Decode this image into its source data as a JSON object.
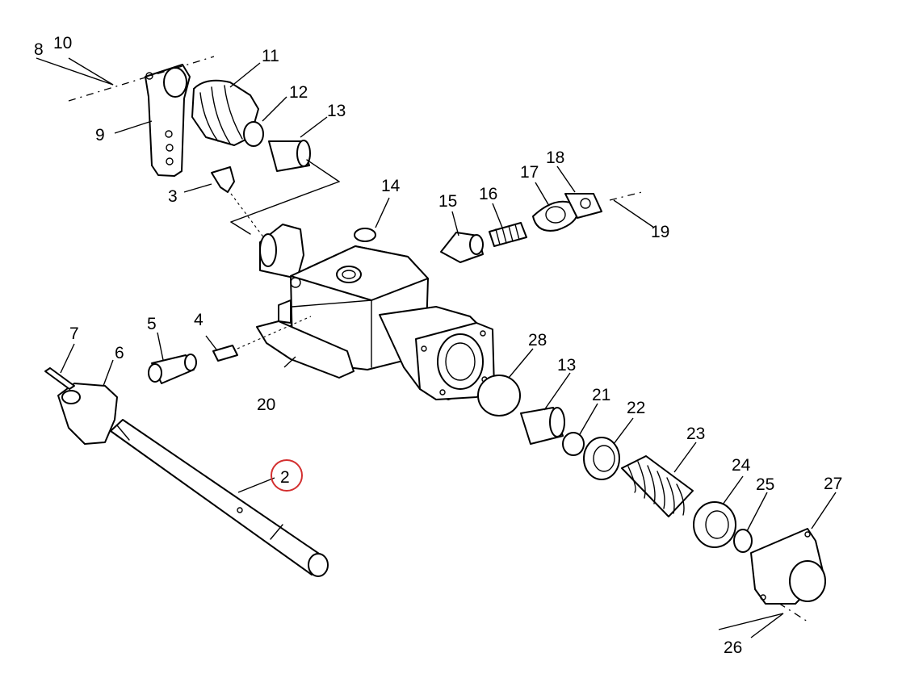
{
  "diagram": {
    "labels": [
      "2",
      "3",
      "4",
      "5",
      "6",
      "7",
      "8",
      "9",
      "10",
      "11",
      "12",
      "13",
      "13",
      "14",
      "15",
      "16",
      "17",
      "18",
      "19",
      "20",
      "21",
      "22",
      "23",
      "24",
      "25",
      "26",
      "27",
      "28"
    ],
    "highlight": {
      "label": "2",
      "color": "#d32f2f"
    }
  }
}
